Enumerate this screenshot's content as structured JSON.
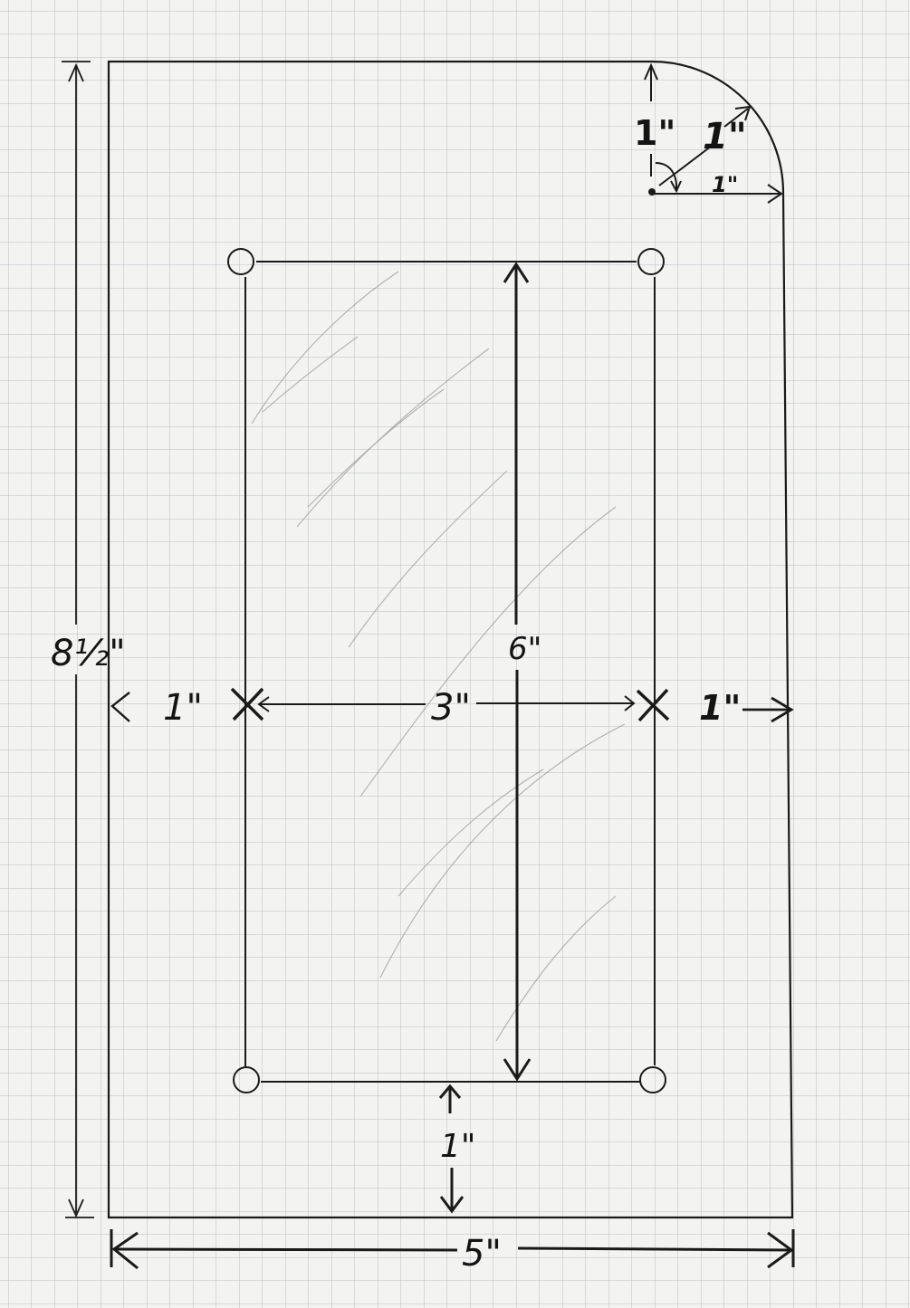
{
  "labels": {
    "total_height": "8½\"",
    "corner_vertical": "1\"",
    "corner_radius": "1\"",
    "corner_horizontal": "1\"",
    "inner_height": "6\"",
    "left_margin": "1\"",
    "inner_width": "3\"",
    "right_margin": "1\"",
    "bottom_margin": "1\"",
    "total_width": "5\""
  },
  "colors": {
    "paper": "#f3f3f1",
    "grid": "#b9bec4",
    "ink": "#1a1a1a",
    "pencil": "#6e6e6e"
  }
}
